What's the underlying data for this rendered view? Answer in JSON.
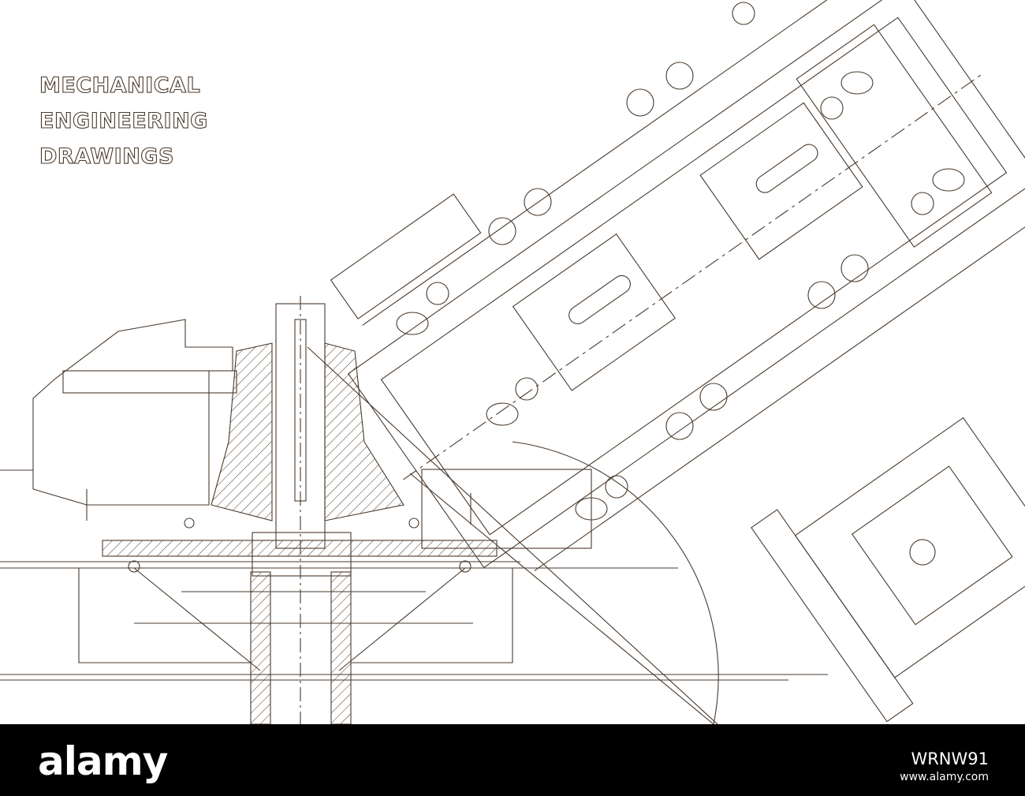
{
  "title": {
    "line1": "MECHANICAL",
    "line2": "ENGINEERING",
    "line3": "DRAWINGS"
  },
  "footer": {
    "logo": "alamy",
    "image_id": "WRNW91",
    "url": "www.alamy.com"
  },
  "colors": {
    "line": "#4a3a2c",
    "background": "#ffffff",
    "footer": "#000000"
  }
}
